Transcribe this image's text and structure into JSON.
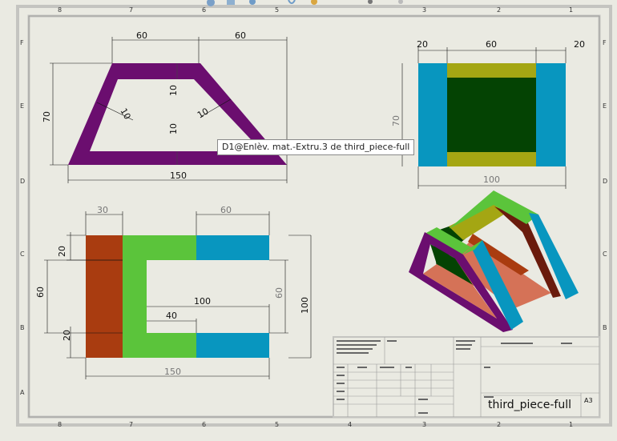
{
  "drawing": {
    "part_name": "third_piece-full",
    "sheet_size": "A3",
    "tooltip": "D1@Enlèv. mat.-Extru.3 de third_piece-full",
    "col_labels": [
      "8",
      "7",
      "6",
      "5",
      "4",
      "3",
      "2",
      "1"
    ],
    "row_labels": [
      "F",
      "E",
      "D",
      "C",
      "B",
      "A"
    ]
  },
  "views": {
    "front": {
      "dims": {
        "top_left": "60",
        "top_right": "60",
        "height": "70",
        "bottom": "150",
        "wall_top": "10",
        "wall_bottom": "10",
        "wall_left": "10",
        "wall_right": "10"
      }
    },
    "side": {
      "dims": {
        "left": "20",
        "middle": "60",
        "right": "20",
        "height": "70",
        "width": "100"
      }
    },
    "top": {
      "dims": {
        "left_width": "30",
        "right_width": "60",
        "left_top": "20",
        "left_mid": "60",
        "left_bottom": "20",
        "slot_depth": "100",
        "slot_inner": "40",
        "right_mid": "60",
        "overall_height": "100",
        "bottom": "150"
      }
    }
  },
  "colors": {
    "purple": "#6b0e6f",
    "blue": "#0896bf",
    "green": "#5bc43b",
    "olive": "#a4a613",
    "dark_green": "#044303",
    "rust": "#a93c10",
    "salmon": "#d57257",
    "frame": "#c4c4c0"
  }
}
